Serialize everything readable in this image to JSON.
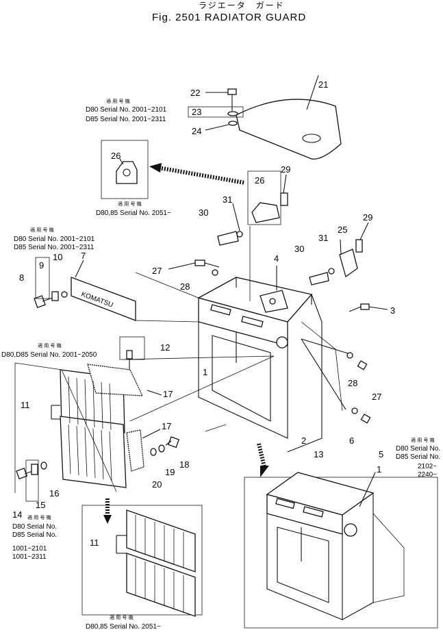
{
  "header": {
    "title_jp": "ラジエータ　ガード",
    "title": "Fig.  2501 RADIATOR GUARD"
  },
  "serial_blocks": [
    {
      "jp": "適 用 号 機",
      "lines": [
        "D80 Serial No. 2001~2101",
        "D85 Serial No. 2001~2311"
      ]
    },
    {
      "jp": "適 用 号 機",
      "lines": [
        "D80,85 Serial No. 2051~"
      ]
    },
    {
      "jp": "適 用 号 機",
      "lines": [
        "D80 Serial No. 2001~2101",
        "D85 Serial No. 2001~2311"
      ]
    },
    {
      "jp": "適 用 号 機",
      "lines": [
        "D80,D85 Serial No. 2001~2050"
      ]
    },
    {
      "jp": "適 用 号 機",
      "lines": [
        "D80 Serial No.",
        "D85 Serial No.",
        "2102~",
        "2240~"
      ]
    },
    {
      "jp": "適 用 号 機",
      "lines": [
        "D80 Serial No.",
        "D85 Serial No.",
        "1001~2101",
        "1001~2311"
      ]
    },
    {
      "jp": "適 用 号 機",
      "lines": [
        "D80,85 Serial No. 2051~"
      ]
    }
  ],
  "callouts": [
    "1",
    "2",
    "3",
    "4",
    "5",
    "6",
    "7",
    "8",
    "9",
    "10",
    "11",
    "12",
    "13",
    "14",
    "15",
    "16",
    "17",
    "18",
    "19",
    "20",
    "21",
    "22",
    "23",
    "24",
    "25",
    "26",
    "27",
    "28",
    "29",
    "30",
    "31"
  ],
  "part_numbers": {
    "p1": "1",
    "p1b": "1",
    "p2": "2",
    "p3": "3",
    "p4": "4",
    "p5": "5",
    "p6": "6",
    "p7": "7",
    "p8": "8",
    "p9": "9",
    "p10": "10",
    "p11": "11",
    "p11b": "11",
    "p12": "12",
    "p13": "13",
    "p14": "14",
    "p15": "15",
    "p16": "16",
    "p17": "17",
    "p17b": "17",
    "p18": "18",
    "p19": "19",
    "p20": "20",
    "p21": "21",
    "p22": "22",
    "p23": "23",
    "p24": "24",
    "p25": "25",
    "p26": "26",
    "p26b": "26",
    "p27": "27",
    "p27b": "27",
    "p28": "28",
    "p28b": "28",
    "p29": "29",
    "p29b": "29",
    "p30": "30",
    "p30b": "30",
    "p31": "31",
    "p31b": "31"
  },
  "emblem_text": "KOMATSU"
}
